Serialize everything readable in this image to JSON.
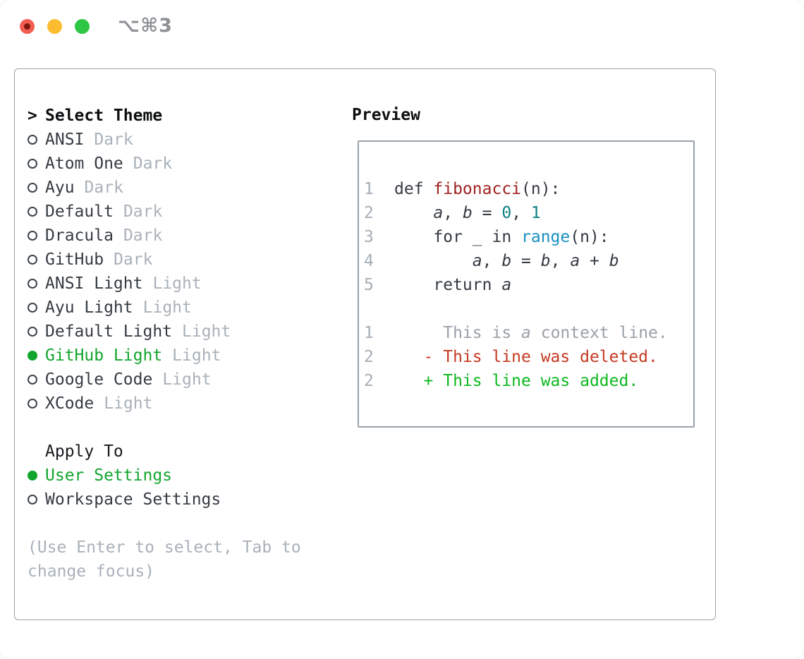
{
  "window": {
    "title": "⌥⌘3"
  },
  "theme_picker": {
    "header_marker": ">",
    "header": "Select Theme",
    "items": [
      {
        "name": "ANSI",
        "variant": "Dark",
        "selected": false
      },
      {
        "name": "Atom One",
        "variant": "Dark",
        "selected": false
      },
      {
        "name": "Ayu",
        "variant": "Dark",
        "selected": false
      },
      {
        "name": "Default",
        "variant": "Dark",
        "selected": false
      },
      {
        "name": "Dracula",
        "variant": "Dark",
        "selected": false
      },
      {
        "name": "GitHub",
        "variant": "Dark",
        "selected": false
      },
      {
        "name": "ANSI Light",
        "variant": "Light",
        "selected": false
      },
      {
        "name": "Ayu Light",
        "variant": "Light",
        "selected": false
      },
      {
        "name": "Default Light",
        "variant": "Light",
        "selected": false
      },
      {
        "name": "GitHub Light",
        "variant": "Light",
        "selected": true
      },
      {
        "name": "Google Code",
        "variant": "Light",
        "selected": false
      },
      {
        "name": "XCode",
        "variant": "Light",
        "selected": false
      }
    ],
    "apply_to": {
      "header": "Apply To",
      "options": [
        {
          "name": "User Settings",
          "selected": true
        },
        {
          "name": "Workspace Settings",
          "selected": false
        }
      ]
    },
    "hint": "(Use Enter to select, Tab to\nchange focus)"
  },
  "preview": {
    "header": "Preview",
    "lines": [
      {
        "num": "1",
        "tokens": [
          {
            "t": "def ",
            "c": ""
          },
          {
            "t": "fibonacci",
            "c": "fn"
          },
          {
            "t": "(n):",
            "c": ""
          }
        ]
      },
      {
        "num": "2",
        "tokens": [
          {
            "t": "    ",
            "c": ""
          },
          {
            "t": "a",
            "c": "v"
          },
          {
            "t": ", ",
            "c": ""
          },
          {
            "t": "b",
            "c": "v"
          },
          {
            "t": " = ",
            "c": ""
          },
          {
            "t": "0",
            "c": "nm"
          },
          {
            "t": ", ",
            "c": ""
          },
          {
            "t": "1",
            "c": "nm"
          }
        ]
      },
      {
        "num": "3",
        "tokens": [
          {
            "t": "    for _ in ",
            "c": ""
          },
          {
            "t": "range",
            "c": "bl"
          },
          {
            "t": "(n):",
            "c": ""
          }
        ]
      },
      {
        "num": "4",
        "tokens": [
          {
            "t": "        ",
            "c": ""
          },
          {
            "t": "a",
            "c": "v"
          },
          {
            "t": ", ",
            "c": ""
          },
          {
            "t": "b",
            "c": "v"
          },
          {
            "t": " = ",
            "c": ""
          },
          {
            "t": "b",
            "c": "v"
          },
          {
            "t": ", ",
            "c": ""
          },
          {
            "t": "a",
            "c": "v"
          },
          {
            "t": " + ",
            "c": ""
          },
          {
            "t": "b",
            "c": "v"
          }
        ]
      },
      {
        "num": "5",
        "tokens": [
          {
            "t": "    return ",
            "c": ""
          },
          {
            "t": "a",
            "c": "v"
          }
        ]
      },
      {
        "num": "",
        "tokens": []
      },
      {
        "num": "1",
        "tokens": [
          {
            "t": "     This is ",
            "c": "ctx"
          },
          {
            "t": "a",
            "c": "ctx v"
          },
          {
            "t": " context line.",
            "c": "ctx"
          }
        ]
      },
      {
        "num": "2",
        "tokens": [
          {
            "t": "   - This line was deleted.",
            "c": "del"
          }
        ]
      },
      {
        "num": "2",
        "tokens": [
          {
            "t": "   + This line was added.",
            "c": "add"
          }
        ]
      }
    ]
  },
  "colors": {
    "accent_selected_green": "#13a52e",
    "diff_deleted_red": "#c53a21",
    "diff_added_green": "#0db81f",
    "token_function_red": "#a02121",
    "token_number_teal": "#0e8080",
    "token_builtin_blue": "#178fc1",
    "muted_gray": "#a9b1ba",
    "border_gray": "#98a1ab",
    "traffic_red": "#f25d52",
    "traffic_yellow": "#fbbc30",
    "traffic_green": "#2fc643"
  }
}
